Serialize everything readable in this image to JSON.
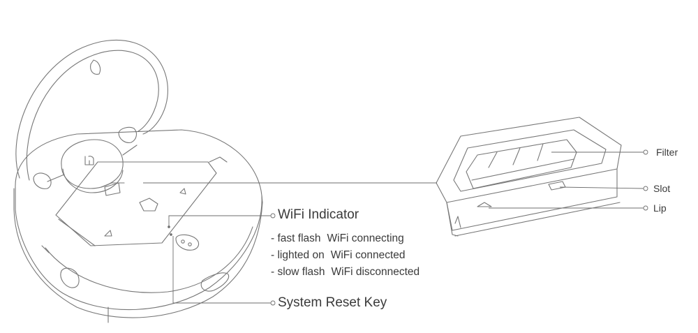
{
  "labels": {
    "wifi_indicator": "WiFi Indicator",
    "reset_key": "System Reset Key",
    "filter": "Filter",
    "slot": "Slot",
    "lip": "Lip"
  },
  "wifi_modes": [
    {
      "state": "- fast flash",
      "meaning": "WiFi connecting"
    },
    {
      "state": "- lighted on",
      "meaning": "WiFi connected"
    },
    {
      "state": "- slow flash",
      "meaning": "WiFi disconnected"
    }
  ],
  "colors": {
    "line": "#6e6e6e",
    "text": "#3a3a3a"
  }
}
